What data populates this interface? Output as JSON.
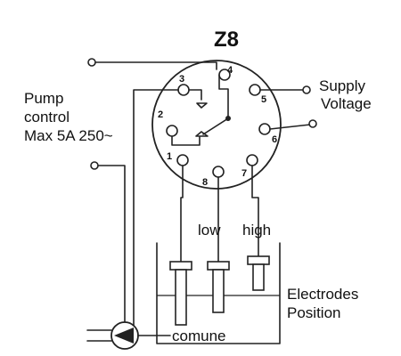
{
  "diagram": {
    "title": "Z8",
    "pins": {
      "p1": "1",
      "p2": "2",
      "p3": "3",
      "p4": "4",
      "p5": "5",
      "p6": "6",
      "p7": "7",
      "p8": "8"
    },
    "labels": {
      "pump_control_line1": "Pump",
      "pump_control_line2": "control",
      "pump_control_line3": "Max 5A 250~",
      "supply_voltage_line1": "Supply",
      "supply_voltage_line2": "Voltage",
      "low": "low",
      "high": "high",
      "electrodes_line1": "Electrodes",
      "electrodes_line2": "Position",
      "comune": "comune"
    }
  }
}
